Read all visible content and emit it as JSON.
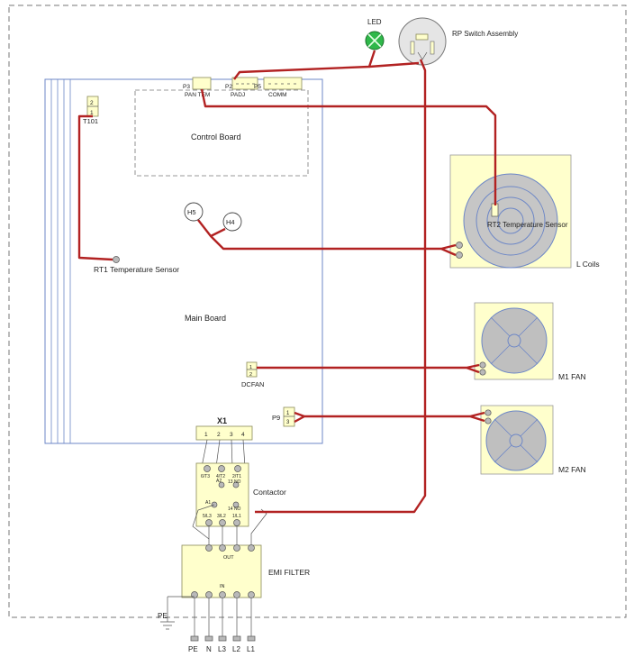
{
  "components": {
    "led": "LED",
    "rp_switch": "RP Switch Assembly",
    "control_board": "Control Board",
    "main_board": "Main Board",
    "t101": "T101",
    "t101_pin2": "2",
    "t101_pin1": "1",
    "rt1": "RT1  Temperature Sensor",
    "rt2": "RT2  Temperature Sensor",
    "l_coils": "L Coils",
    "m1_fan": "M1 FAN",
    "m2_fan": "M2 FAN",
    "h5": "H5",
    "h4": "H4",
    "dcfan": "DCFAN",
    "dcfan_pin1": "1",
    "dcfan_pin2": "2",
    "p9": "P9",
    "p9_pin1": "1",
    "p9_pin3": "3",
    "x1": "X1",
    "x1_pins": [
      "1",
      "2",
      "3",
      "4"
    ],
    "contactor": "Contactor",
    "contactor_top_pins": [
      "6/T3",
      "4/T2",
      "2/T1"
    ],
    "contactor_mid_pins": [
      "A2",
      "13 NO"
    ],
    "contactor_a1_pins": [
      "A1",
      "14 NO"
    ],
    "contactor_bottom_pins": [
      "5/L3",
      "3/L2",
      "1/L1"
    ],
    "emi_filter": "EMI FILTER",
    "emi_out": "OUT",
    "emi_in": "IN",
    "pe_ground": "PE"
  },
  "connectors": {
    "p3": "P3",
    "p3_label": "PAN TEM",
    "p2": "P2",
    "p2_label": "PADJ",
    "p5": "P5",
    "p5_label": "COMM"
  },
  "mains_terminals": [
    "PE",
    "N",
    "L3",
    "L2",
    "L1"
  ],
  "colors": {
    "wire": "#b22222",
    "component_fill": "#ffffcc",
    "led_green": "#2fb84a",
    "sensor_blue": "#6d87c7"
  }
}
